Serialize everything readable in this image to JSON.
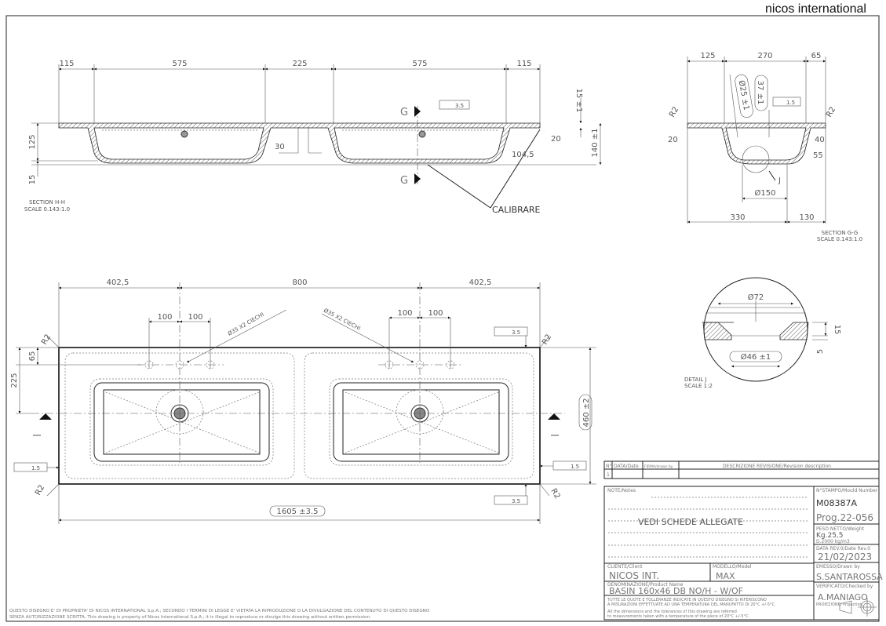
{
  "header": {
    "logo": "nicos international"
  },
  "section_hh": {
    "label": "SECTION H-H",
    "scale": "SCALE 0.143:1.0",
    "top_dims": [
      "115",
      "575",
      "225",
      "575",
      "115"
    ],
    "depth": "125",
    "thickness": "15",
    "rim": "15 ±1",
    "height": "140 ±1",
    "gap": "30",
    "edge": "20",
    "offset": "104,5",
    "flatness": "3.5",
    "cut": "G",
    "callout": "CALIBRARE"
  },
  "section_gg": {
    "label": "SECTION G-G",
    "scale": "SCALE 0.143:1.0",
    "top_dims": [
      "125",
      "270",
      "65"
    ],
    "bottom_dims": [
      "330",
      "130"
    ],
    "drain": "Ø150",
    "hole": "Ø25 ±1",
    "depth": "37 ±1",
    "flatness": "1.5",
    "left": "20",
    "right": "40",
    "right2": "55",
    "radius": "R2",
    "detail": "J"
  },
  "detail_j": {
    "label": "DETAIL J",
    "scale": "SCALE 1:2",
    "outer": "Ø72",
    "inner": "Ø46 ±1",
    "h1": "15",
    "h2": "5"
  },
  "plan": {
    "top_dims": [
      "402,5",
      "800",
      "402,5"
    ],
    "tap_dim": "100",
    "holes": "Ø35 X2 CIECHI",
    "tap_y": "65",
    "center_y": "225",
    "width": "460 ±2",
    "length": "1605 ±3.5",
    "flat_long": "3.5",
    "flat_short": "1.5",
    "radius": "R2",
    "cut": "I"
  },
  "title_block": {
    "rev_headers": [
      "N°",
      "DATA/Date",
      "FIRMA/drawn by",
      "DESCRIZIONE REVISIONE/Revision description"
    ],
    "rev_row": "1",
    "notes_label": "NOTE/Notes",
    "notes_text": "VEDI SCHEDE ALLEGATE",
    "mould_label": "N°STAMPO/Mould Number",
    "mould": "M08387A",
    "prog": "Prog.22-056",
    "weight_label": "PESO NETTO/Weight",
    "weight": "Kg.25,5",
    "density": "D.2000 kg/m3",
    "date_label": "DATA REV.0/Date Rev.0",
    "date": "21/02/2023",
    "client_label": "CLIENTE/Client",
    "client": "NICOS INT.",
    "model_label": "MODELLO/Model",
    "model": "MAX",
    "drawn_label": "EMESSO/Drawn by",
    "drawn": "S.SANTAROSSA",
    "product_label": "DENOMINAZIONE/Product Name",
    "product": "BASIN 160x46 DB NO/H - W/OF",
    "checked_label": "VERIFICATO/Checked by",
    "checked": "A.MANIAGO",
    "projection_label": "PROIEZIONE/ Projection",
    "temp_it_1": "TUTTE LE QUOTE E TOLLERANZE INDICATE IN QUESTO DISEGNO SI RIFERISCONO",
    "temp_it_2": "A MISURAZIONI EFFETTUATE AD UNA TEMPERATURA DEL MANUFATTO DI 20°C +/-5°C.",
    "temp_en_1": "All the dimensions and the tolerances of this drawing are referred",
    "temp_en_2": "to measurements taken with a temperature of the piece of 20°C +/-5°C."
  },
  "footer": {
    "line1": "QUESTO DISEGNO E' DI PROPRIETA' DI NICOS INTERNATIONAL S.p.A.; SECONDO I TERMINI DI LEGGE E' VIETATA LA RIPRODUZIONE O LA DIVULGAZIONE DEL CONTENUTO DI QUESTO DISEGNO",
    "line2": "SENZA AUTORIZZAZIONE SCRITTA. This drawing is property of Nicos International S.p.A.; it is illegal to reproduce or divulge this drawing without written permission."
  }
}
